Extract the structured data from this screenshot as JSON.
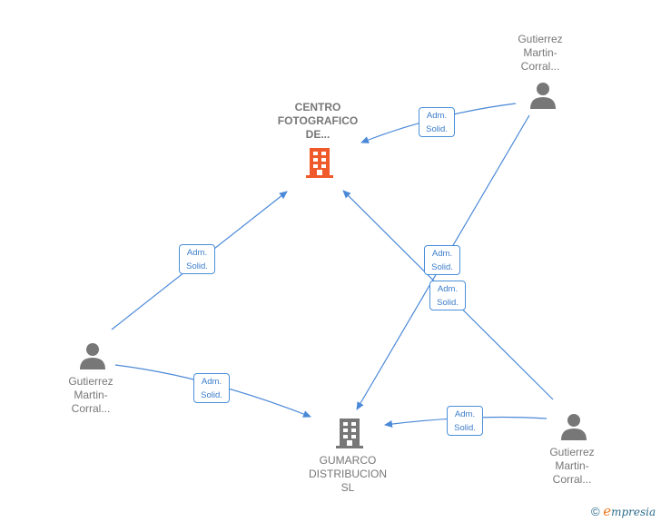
{
  "colors": {
    "edge": "#4a88d8",
    "company_main": "#f05a2a",
    "company": "#777777",
    "person": "#777777"
  },
  "nodes": [
    {
      "id": "centro",
      "type": "company-main",
      "label_lines": [
        "CENTRO",
        "FOTOGRAFICO",
        "DE..."
      ]
    },
    {
      "id": "gumarco",
      "type": "company",
      "label_lines": [
        "GUMARCO",
        "DISTRIBUCION",
        "SL"
      ]
    },
    {
      "id": "p_top",
      "type": "person",
      "label_lines": [
        "Gutierrez",
        "Martin-",
        "Corral..."
      ]
    },
    {
      "id": "p_left",
      "type": "person",
      "label_lines": [
        "Gutierrez",
        "Martin-",
        "Corral..."
      ]
    },
    {
      "id": "p_right",
      "type": "person",
      "label_lines": [
        "Gutierrez",
        "Martin-",
        "Corral..."
      ]
    }
  ],
  "edges": [
    {
      "from": "p_top",
      "to": "centro",
      "label_lines": [
        "Adm.",
        "Solid."
      ]
    },
    {
      "from": "p_top",
      "to": "gumarco",
      "label_lines": [
        "Adm.",
        "Solid."
      ]
    },
    {
      "from": "p_left",
      "to": "centro",
      "label_lines": [
        "Adm.",
        "Solid."
      ]
    },
    {
      "from": "p_left",
      "to": "gumarco",
      "label_lines": [
        "Adm.",
        "Solid."
      ]
    },
    {
      "from": "p_right",
      "to": "centro",
      "label_lines": [
        "Adm.",
        "Solid."
      ]
    },
    {
      "from": "p_right",
      "to": "gumarco",
      "label_lines": [
        "Adm.",
        "Solid."
      ]
    }
  ],
  "brand": {
    "copyright": "©",
    "e": "e",
    "name": "mpresia"
  }
}
